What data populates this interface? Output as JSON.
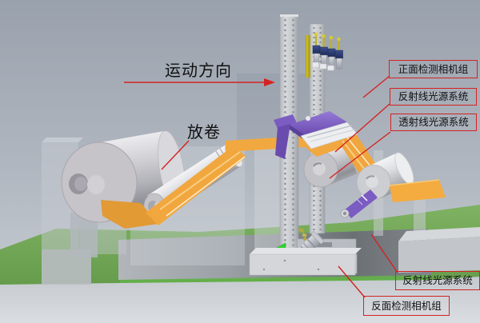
{
  "diagram": {
    "title_context": "web inspection machine 3d diagram",
    "motion_label": "运动方向",
    "unwind_label": "放卷",
    "callouts": {
      "front_camera": "正面检测相机组",
      "reflect_light_top": "反射线光源系统",
      "transmit_light": "透射线光源系统",
      "reflect_light_bottom": "反射线光源系统",
      "back_camera": "反面检测相机组"
    }
  },
  "colors": {
    "annotation_red": "#d42222",
    "web_orange": "#f2a840",
    "light_purple": "#7b5cc2",
    "camera_navy": "#28386e",
    "ground_green": "#74a858",
    "wedge_green": "#2fd431",
    "rod_yellow": "#c2b222"
  }
}
